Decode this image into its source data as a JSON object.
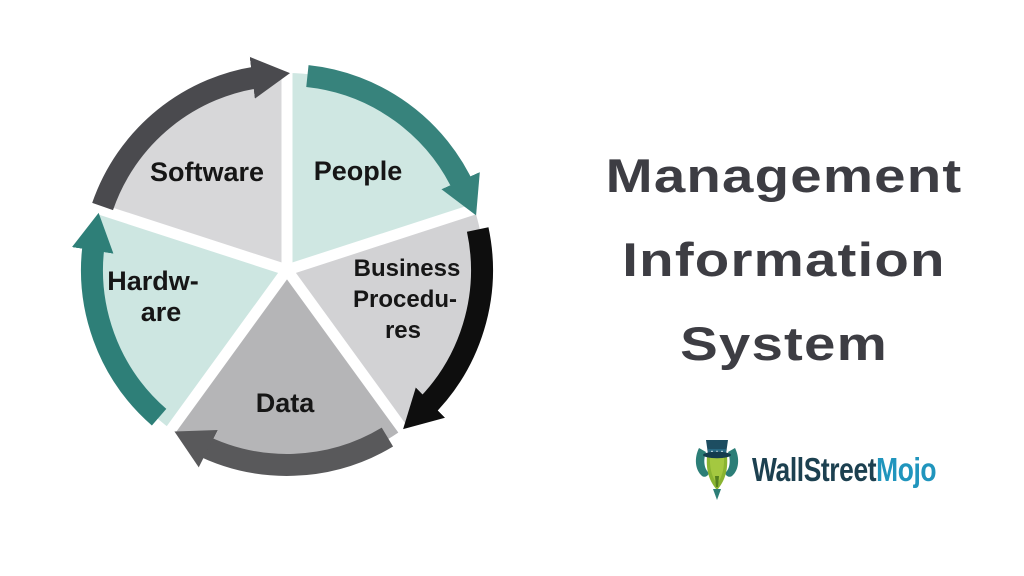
{
  "page": {
    "background": "#ffffff"
  },
  "title": {
    "lines": [
      "Management",
      "Information",
      "System"
    ],
    "color": "#3d3d43"
  },
  "diagram": {
    "type": "cycle",
    "direction": "clockwise",
    "label_color": "#161616",
    "gap_color": "#ffffff",
    "segments": [
      {
        "name": "Software",
        "lines": [
          "Software"
        ],
        "wedge_color": "#d7d7d9",
        "arrow_color": "#4a4a4e"
      },
      {
        "name": "People",
        "lines": [
          "People"
        ],
        "wedge_color": "#cfe7e2",
        "arrow_color": "#37837c"
      },
      {
        "name": "Business Procedures",
        "lines": [
          "Business",
          "Procedu-",
          "res"
        ],
        "wedge_color": "#d2d2d4",
        "arrow_color": "#0e0e0e"
      },
      {
        "name": "Data",
        "lines": [
          "Data"
        ],
        "wedge_color": "#b5b5b7",
        "arrow_color": "#59595b"
      },
      {
        "name": "Hardware",
        "lines": [
          "Hardw-",
          "are"
        ],
        "wedge_color": "#cde6e1",
        "arrow_color": "#2e7f78"
      }
    ]
  },
  "logo": {
    "icon": "bull-with-top-hat",
    "text_primary": "WallStreet",
    "text_accent": "Mojo",
    "color_primary": "#1c4050",
    "color_accent": "#2095bd",
    "icon_colors": {
      "hat": "#1d4d61",
      "face": "#8ab431",
      "horns": "#2c7e77"
    }
  }
}
